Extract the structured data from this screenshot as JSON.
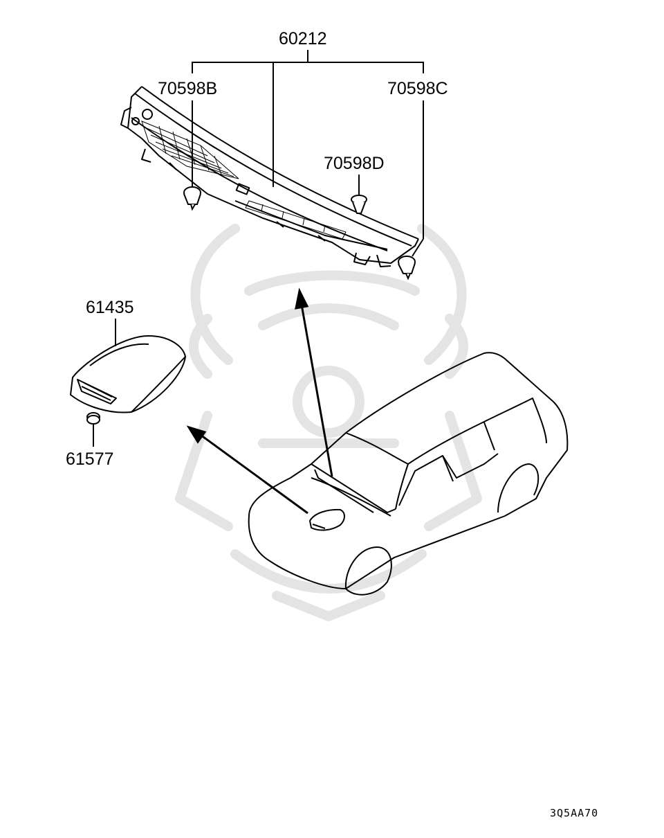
{
  "parts": {
    "cowl_top_panel": "60212",
    "clip_b": "70598B",
    "clip_c": "70598C",
    "clip_d": "70598D",
    "hood_scoop": "61435",
    "grommet": "61577"
  },
  "figure_code": "3Q5AA70",
  "colors": {
    "line": "#000000",
    "watermark": "#e4e4e4",
    "background": "#ffffff"
  }
}
